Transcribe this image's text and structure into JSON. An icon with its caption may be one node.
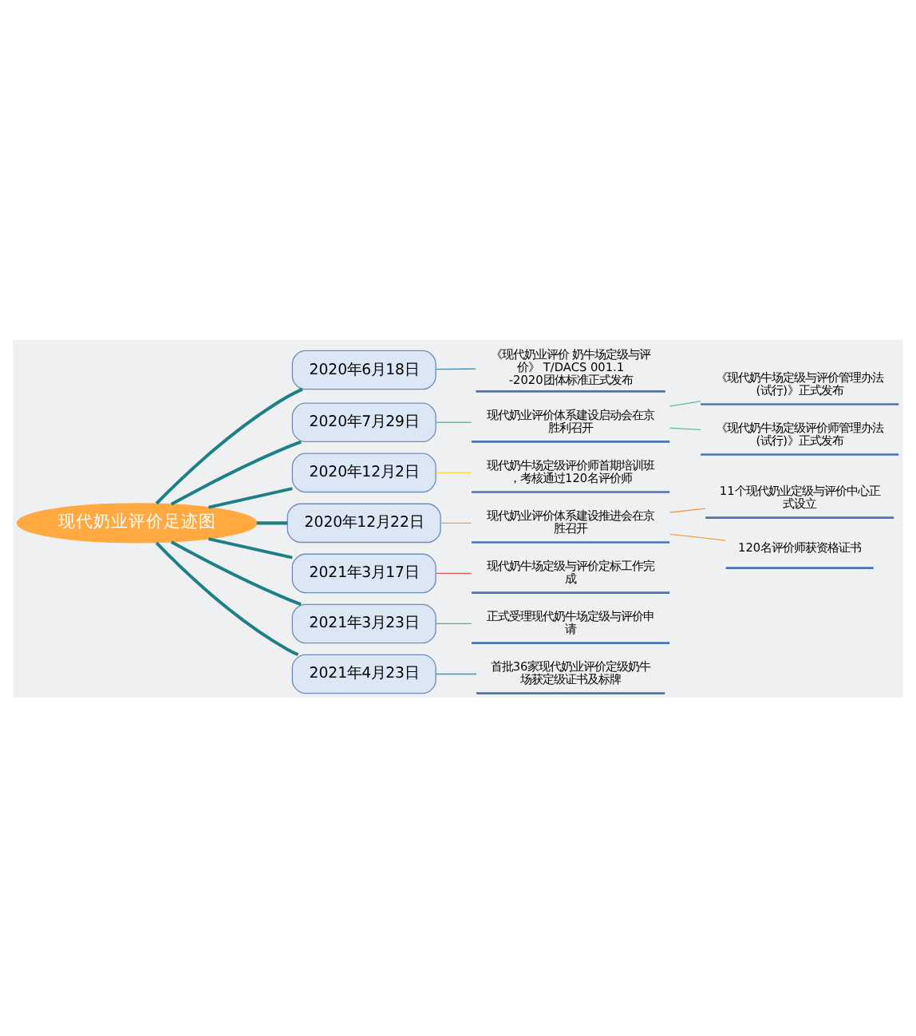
{
  "diagram": {
    "nodes": [
      {
        "text": [
          "现代奶业评价足迹图"
        ]
      },
      {
        "text": [
          "2020年6月18日"
        ]
      },
      {
        "text": [
          "《现代奶业评价 奶牛场定级与评价》 T/DACS 001.1-2020团体标准正式发布"
        ]
      },
      {
        "text": [
          "2020年7月29日"
        ]
      },
      {
        "text": [
          "现代奶业评价体系建设启动会在京胜利召开"
        ]
      },
      {
        "text": [
          "《现代奶牛场定级与评价管理办法(试行)》正式发布"
        ]
      },
      {
        "text": [
          "《现代奶牛场定级评价师管理办法(试行)》正式发布"
        ]
      },
      {
        "text": [
          "2020年12月2日"
        ]
      },
      {
        "text": [
          "现代奶牛场定级评价师首期培训班，考核通过120名评价师"
        ]
      },
      {
        "text": [
          "2020年12月22日"
        ]
      },
      {
        "text": [
          "现代奶业评价体系建设推进会在京胜召开"
        ]
      },
      {
        "text": [
          "11个现代奶业定级与评价中心正式设立"
        ]
      },
      {
        "text": [
          "120名评价师获资格证书"
        ]
      },
      {
        "text": [
          "2021年3月17日"
        ]
      },
      {
        "text": [
          "现代奶牛场定级与评价定标工作完成"
        ]
      },
      {
        "text": [
          "2021年3月23日"
        ]
      },
      {
        "text": [
          "正式受理现代奶牛场定级与评价申请"
        ]
      },
      {
        "text": [
          "2021年4月23日"
        ]
      },
      {
        "text": [
          "首批36家现代奶业评价定级奶牛场获定级证书及标牌"
        ]
      }
    ],
    "edges": [
      {
        "from": 0,
        "to": 1,
        "arrow": "none"
      },
      {
        "from": 1,
        "to": 2,
        "arrow": "none",
        "color": "#4f8fa6"
      },
      {
        "from": 0,
        "to": 3,
        "arrow": "none"
      },
      {
        "from": 3,
        "to": 4,
        "arrow": "none",
        "color": "#5fbf9a"
      },
      {
        "from": 4,
        "to": 5,
        "arrow": "none",
        "color": "#5fbf9a"
      },
      {
        "from": 4,
        "to": 6,
        "arrow": "none",
        "color": "#5fbf9a"
      },
      {
        "from": 0,
        "to": 7,
        "arrow": "none"
      },
      {
        "from": 7,
        "to": 8,
        "arrow": "none",
        "color": "#f2d94e"
      },
      {
        "from": 0,
        "to": 9,
        "arrow": "none"
      },
      {
        "from": 9,
        "to": 10,
        "arrow": "none",
        "color": "#f0a04b"
      },
      {
        "from": 10,
        "to": 11,
        "arrow": "none",
        "color": "#f0a04b"
      },
      {
        "from": 10,
        "to": 12,
        "arrow": "none",
        "color": "#f0a04b"
      },
      {
        "from": 0,
        "to": 13,
        "arrow": "none"
      },
      {
        "from": 13,
        "to": 14,
        "arrow": "none",
        "color": "#e05a5a"
      },
      {
        "from": 0,
        "to": 15,
        "arrow": "none"
      },
      {
        "from": 15,
        "to": 16,
        "arrow": "none",
        "color": "#5fae6a"
      },
      {
        "from": 0,
        "to": 17,
        "arrow": "none"
      },
      {
        "from": 17,
        "to": 18,
        "arrow": "none",
        "color": "#4f8fa6"
      }
    ]
  }
}
